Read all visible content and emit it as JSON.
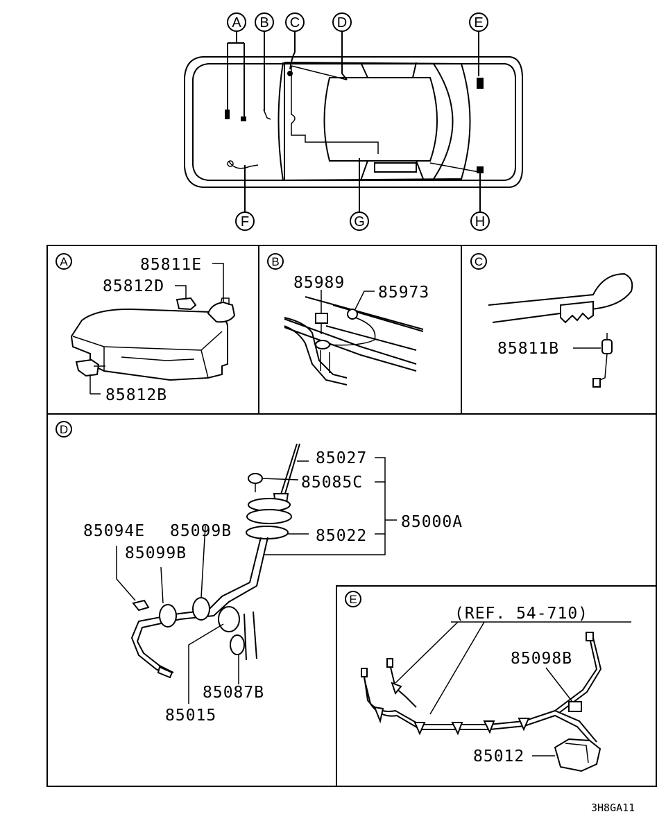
{
  "locators": [
    "A",
    "B",
    "C",
    "D",
    "E",
    "F",
    "G",
    "H"
  ],
  "panels": {
    "A": {
      "letter": "A",
      "parts": [
        "85811E",
        "85812D",
        "85812B"
      ]
    },
    "B": {
      "letter": "B",
      "parts": [
        "85989",
        "85973"
      ]
    },
    "C": {
      "letter": "C",
      "parts": [
        "85811B"
      ]
    },
    "D": {
      "letter": "D",
      "parts": [
        "85027",
        "85085C",
        "85022",
        "85000A",
        "85094E",
        "85099B",
        "85099B",
        "85087B",
        "85015"
      ]
    },
    "E": {
      "letter": "E",
      "reference": "(REF. 54-710)",
      "parts": [
        "85098B",
        "85012"
      ]
    }
  },
  "diagram_code": "3H8GA11"
}
